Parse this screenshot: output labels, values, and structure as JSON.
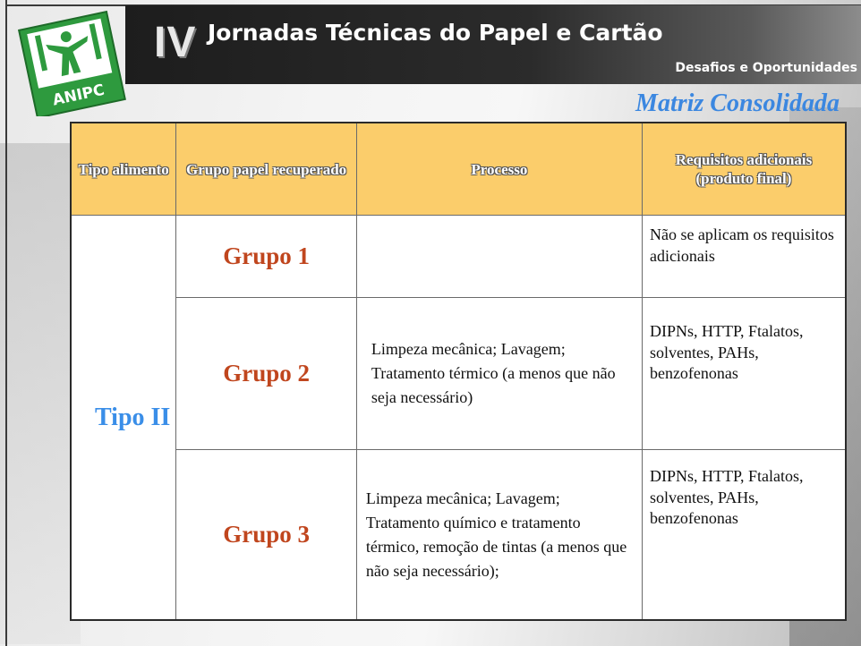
{
  "header": {
    "roman": "IV",
    "title": "Jornadas Técnicas do Papel e Cartão",
    "subtitle": "Desafios e Oportunidades",
    "logo_text": "ANIPC"
  },
  "slide_title": "Matriz Consolidada",
  "table": {
    "headers": [
      "Tipo alimento",
      "Grupo papel recuperado",
      "Processo",
      "Requisitos adicionais (produto final)"
    ],
    "tipo": "Tipo II",
    "rows": [
      {
        "grupo": "Grupo 1",
        "processo_lines": [],
        "requisitos": "Não se aplicam os requisitos adicionais"
      },
      {
        "grupo": "Grupo 2",
        "processo_lines": [
          "Limpeza mecânica; Lavagem;",
          "Tratamento térmico (a menos que não seja necessário)"
        ],
        "requisitos": "DIPNs, HTTP, Ftalatos, solventes, PAHs, benzofenonas"
      },
      {
        "grupo": "Grupo 3",
        "processo_lines": [
          "Limpeza mecânica; Lavagem;",
          "Tratamento químico e tratamento térmico, remoção de tintas (a menos que não seja necessário);"
        ],
        "requisitos": "DIPNs, HTTP, Ftalatos, solventes, PAHs, benzofenonas"
      }
    ]
  },
  "colors": {
    "header_fill": "#fbcd6b",
    "grupo_text": "#c0461e",
    "tipo_text": "#3a8ee8",
    "logo_green": "#2e9a3e"
  }
}
